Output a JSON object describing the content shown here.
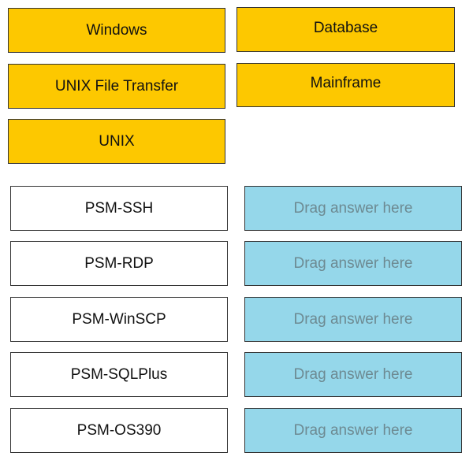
{
  "answers": [
    {
      "label": "Windows"
    },
    {
      "label": "Database"
    },
    {
      "label": "UNIX File Transfer"
    },
    {
      "label": "Mainframe"
    },
    {
      "label": "UNIX"
    }
  ],
  "targets": [
    {
      "label": "PSM-SSH",
      "drop": "Drag answer here"
    },
    {
      "label": "PSM-RDP",
      "drop": "Drag answer here"
    },
    {
      "label": "PSM-WinSCP",
      "drop": "Drag answer here"
    },
    {
      "label": "PSM-SQLPlus",
      "drop": "Drag answer here"
    },
    {
      "label": "PSM-OS390",
      "drop": "Drag answer here"
    }
  ],
  "colors": {
    "answer": "#fdc800",
    "drop": "#95d7ea"
  }
}
